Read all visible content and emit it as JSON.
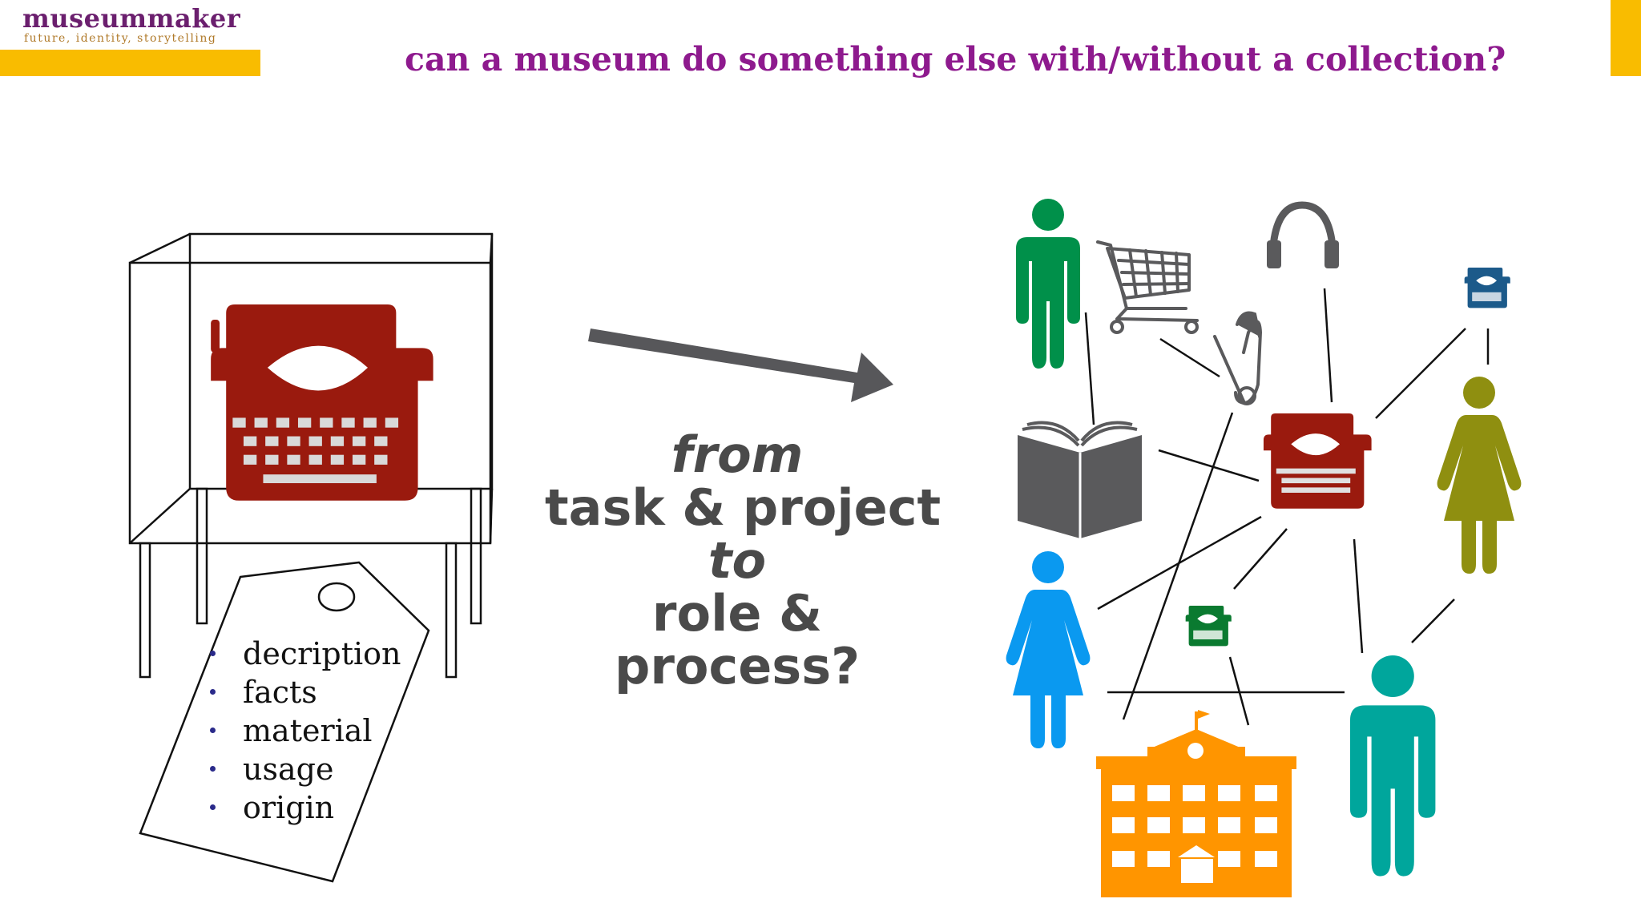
{
  "header": {
    "logo": "museummaker",
    "tagline": "future, identity, storytelling",
    "title": "can a museum do something else with/without a collection?"
  },
  "center": {
    "line1": "from",
    "line2": "task & project",
    "line3": "to",
    "line4": "role &",
    "line5": "process?"
  },
  "tag": {
    "items": [
      "decription",
      "facts",
      "material",
      "usage",
      "origin"
    ]
  },
  "icons": [
    "green-man-icon",
    "shopping-cart-icon",
    "headphones-icon",
    "blue-typewriter-icon",
    "safety-pin-icon",
    "book-icon",
    "red-typewriter-icon",
    "olive-woman-icon",
    "blue-woman-icon",
    "green-typewriter-icon",
    "museum-building-icon",
    "teal-man-icon"
  ],
  "colors": {
    "accent_yellow": "#f9bc00",
    "title_purple": "#8e1a8e",
    "typewriter_red": "#9a1a0e",
    "green": "#00904a",
    "blue": "#0a99f0",
    "olive": "#8f8f10",
    "teal": "#00a69c",
    "orange": "#ff9500",
    "navy": "#1c5a8a",
    "gray": "#5a5a5c"
  }
}
